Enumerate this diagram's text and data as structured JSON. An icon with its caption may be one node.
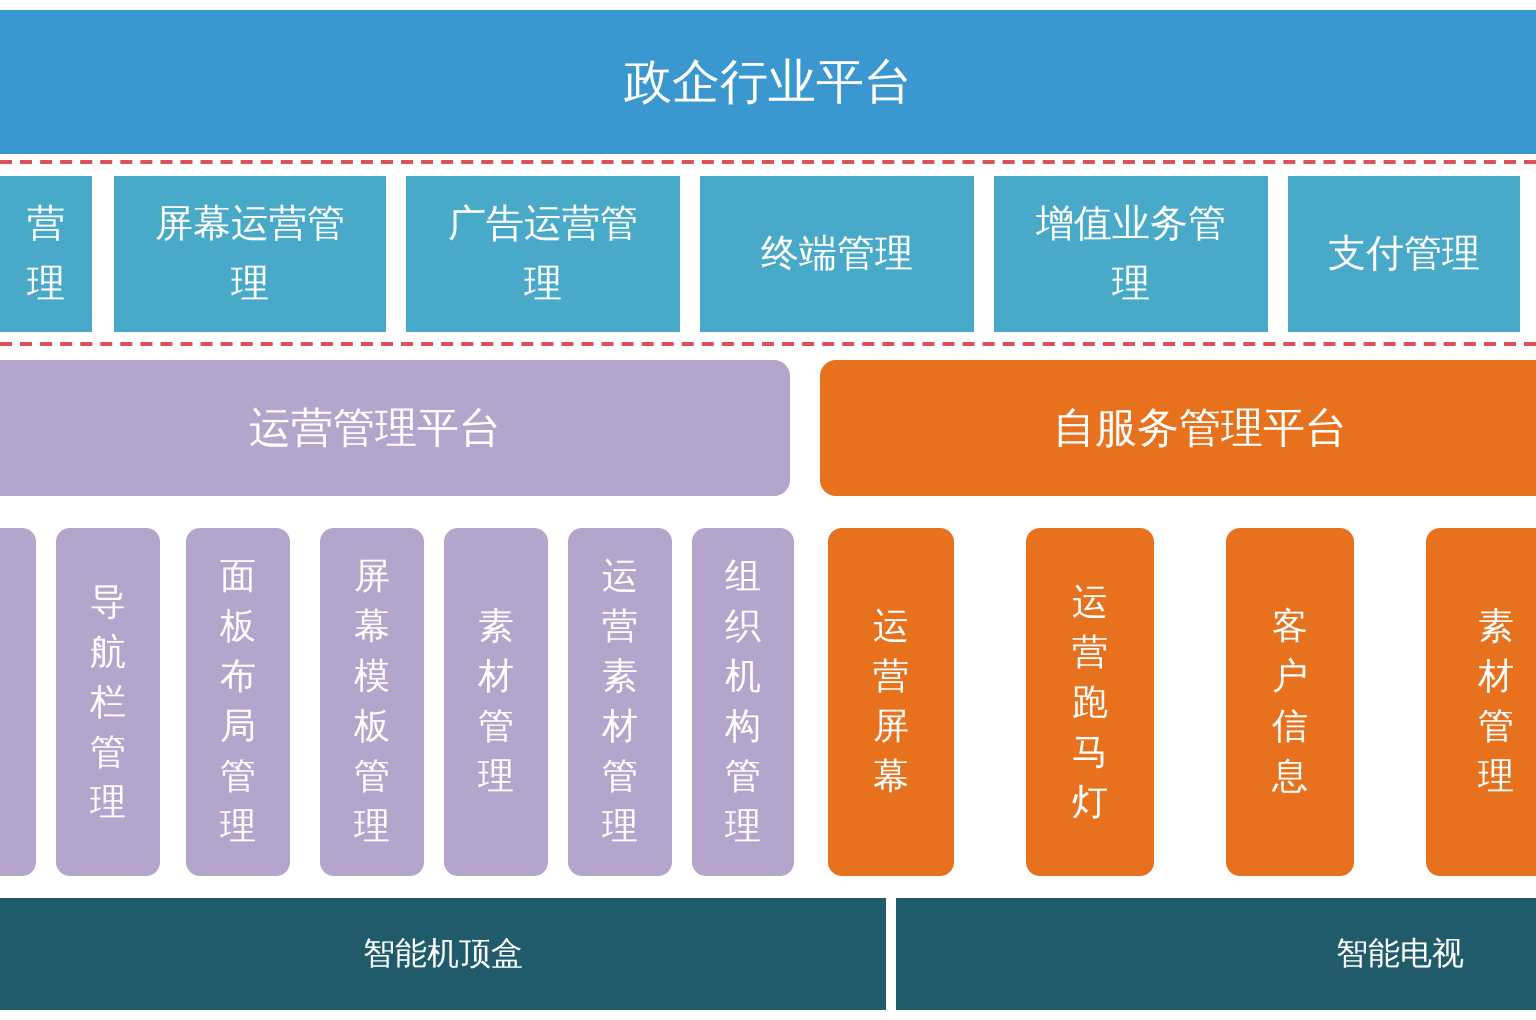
{
  "diagram": {
    "nodes": [
      {
        "text": [
          "政企行业平台"
        ]
      },
      {
        "text": [
          "营理"
        ]
      },
      {
        "text": [
          "屏幕运营管理"
        ]
      },
      {
        "text": [
          "广告运营管理"
        ]
      },
      {
        "text": [
          "终端管理"
        ]
      },
      {
        "text": [
          "增值业务管理"
        ]
      },
      {
        "text": [
          "支付管理"
        ]
      },
      {
        "text": [
          "运营管理平台"
        ]
      },
      {
        "text": [],
        "shape": "box"
      },
      {
        "text": [
          "导航栏管理"
        ]
      },
      {
        "text": [
          "面板布局管理"
        ]
      },
      {
        "text": [
          "屏幕模板管理"
        ]
      },
      {
        "text": [
          "素材管理"
        ]
      },
      {
        "text": [
          "运营素材管理"
        ]
      },
      {
        "text": [
          "组织机构管理"
        ]
      },
      {
        "text": [
          "自服务管理平台"
        ]
      },
      {
        "text": [
          "运营屏幕"
        ]
      },
      {
        "text": [
          "运营跑马灯"
        ]
      },
      {
        "text": [
          "客户信息"
        ]
      },
      {
        "text": [
          "素材管理"
        ]
      },
      {
        "text": [
          "智能机顶盒"
        ]
      },
      {
        "text": [
          "智能电视"
        ]
      }
    ],
    "edges": []
  }
}
